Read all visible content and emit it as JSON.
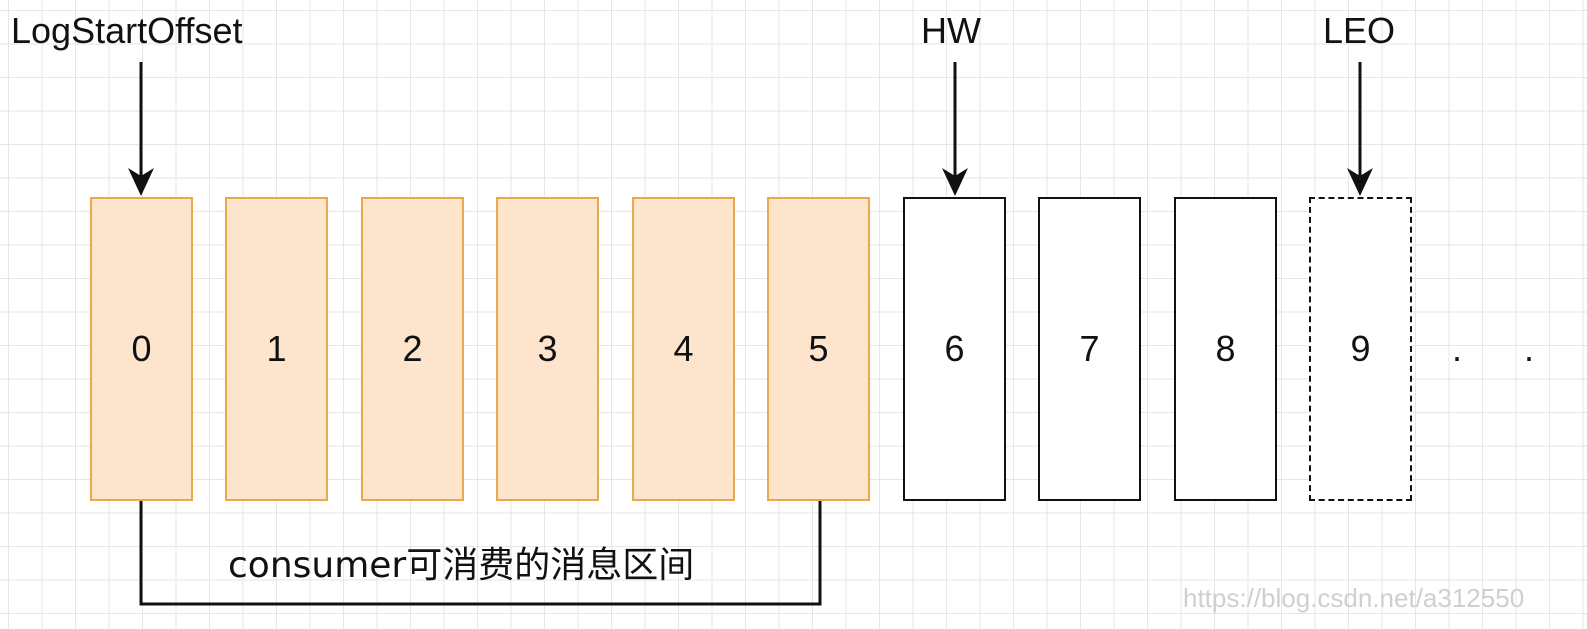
{
  "pointers": {
    "log_start_offset": "LogStartOffset",
    "hw": "HW",
    "leo": "LEO"
  },
  "offsets": [
    {
      "label": "0",
      "state": "consumable"
    },
    {
      "label": "1",
      "state": "consumable"
    },
    {
      "label": "2",
      "state": "consumable"
    },
    {
      "label": "3",
      "state": "consumable"
    },
    {
      "label": "4",
      "state": "consumable"
    },
    {
      "label": "5",
      "state": "consumable"
    },
    {
      "label": "6",
      "state": "unconsumable"
    },
    {
      "label": "7",
      "state": "unconsumable"
    },
    {
      "label": "8",
      "state": "unconsumable"
    },
    {
      "label": "9",
      "state": "pending"
    }
  ],
  "ellipsis": ". . .",
  "range_label": "consumer可消费的消息区间",
  "watermark": "https://blog.csdn.net/a312550",
  "colors": {
    "consumable_fill": "#fce5cc",
    "consumable_border": "#e9a84a",
    "line": "#111111",
    "grid": "#e6e6e6"
  }
}
